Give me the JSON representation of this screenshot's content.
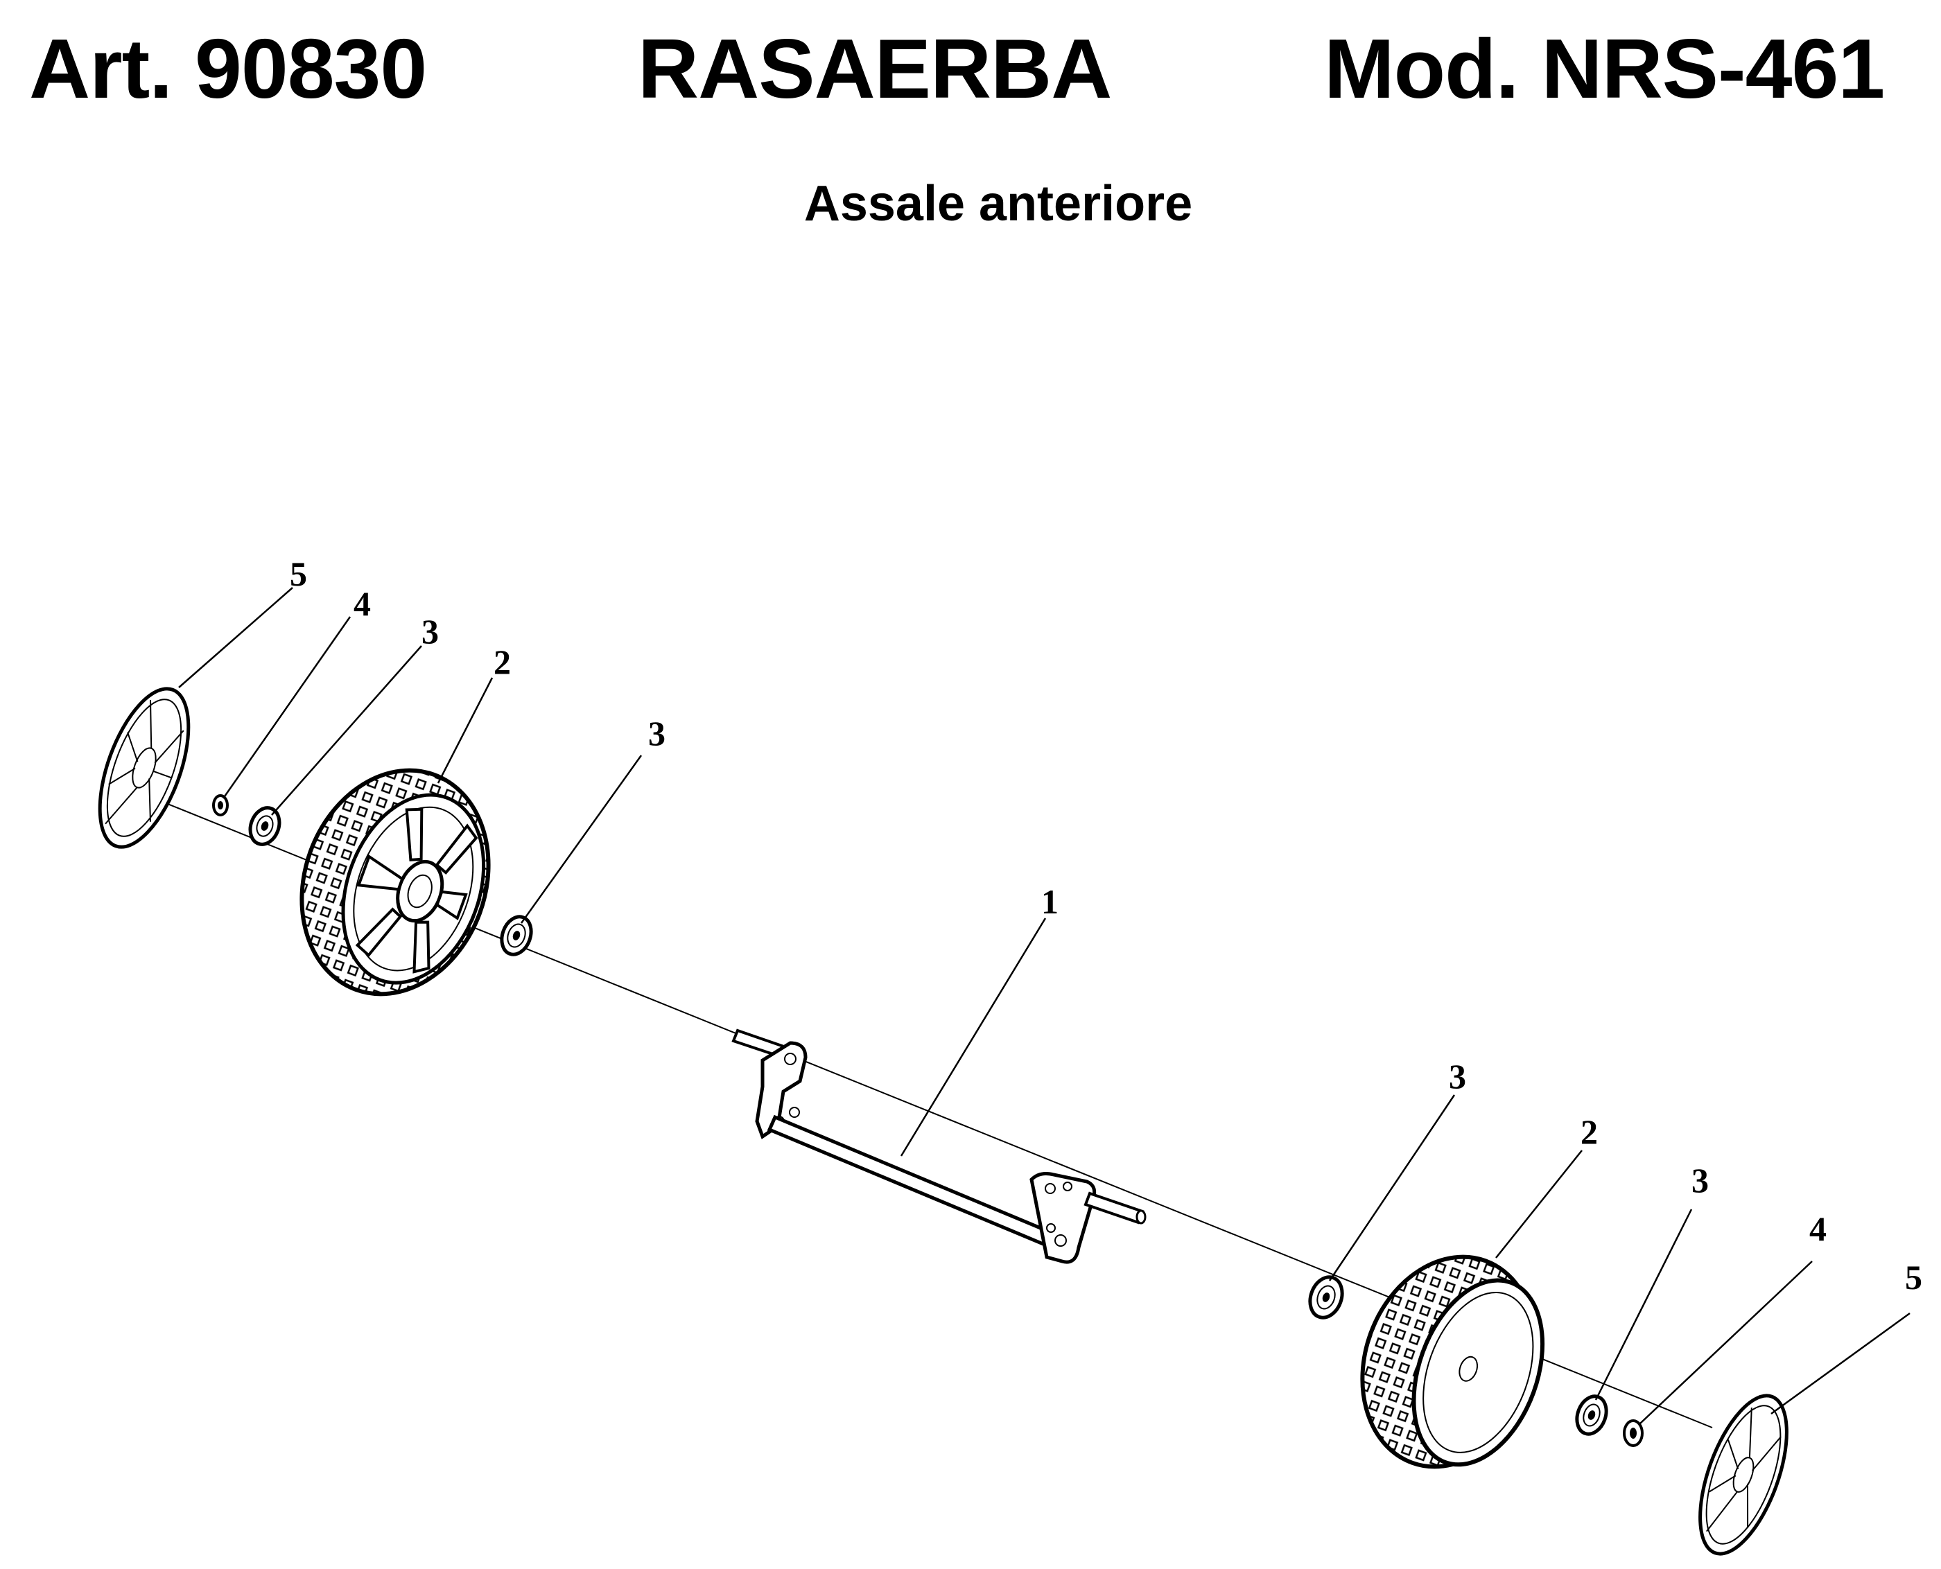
{
  "header": {
    "article": "Art. 90830",
    "product": "RASAERBA",
    "model": "Mod. NRS-461"
  },
  "subtitle": "Assale anteriore",
  "callouts": {
    "c1": "1",
    "c2a": "2",
    "c2b": "2",
    "c3a": "3",
    "c3b": "3",
    "c3c": "3",
    "c3d": "3",
    "c4a": "4",
    "c4b": "4",
    "c5a": "5",
    "c5b": "5"
  }
}
